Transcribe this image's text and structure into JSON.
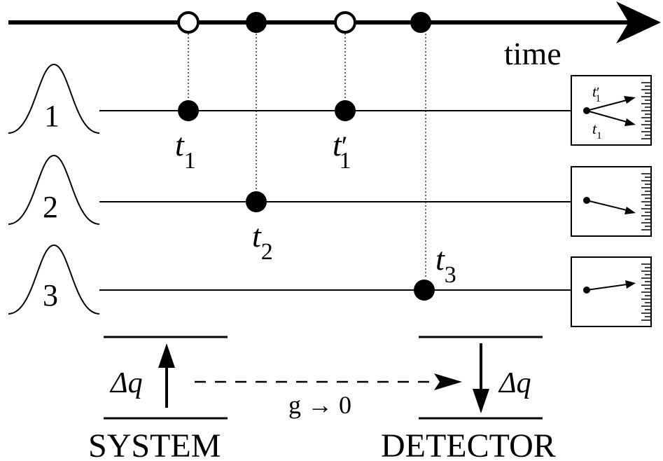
{
  "time_axis": {
    "label": "time",
    "events": [
      {
        "id": "t1",
        "marker": "open"
      },
      {
        "id": "t2",
        "marker": "filled"
      },
      {
        "id": "t1prime",
        "marker": "open"
      },
      {
        "id": "t3",
        "marker": "filled"
      }
    ]
  },
  "particles": [
    {
      "number": "1",
      "measurement_label": "t",
      "measurement_sub": "1"
    },
    {
      "number": "2",
      "measurement_label": "t",
      "measurement_sub": "2"
    },
    {
      "number": "3",
      "measurement_label": "t",
      "measurement_sub": "3"
    }
  ],
  "second_measurement": {
    "label": "t",
    "prime": "′",
    "sub": "1"
  },
  "meters": [
    {
      "labels": [
        {
          "t": "t",
          "prime": "′",
          "sub": "1"
        },
        {
          "t": "t",
          "prime": "",
          "sub": "1"
        }
      ]
    },
    {
      "labels": []
    },
    {
      "labels": []
    }
  ],
  "system": {
    "label": "SYSTEM",
    "delta": "Δq"
  },
  "detector": {
    "label": "DETECTOR",
    "delta": "Δq"
  },
  "coupling": {
    "label": "g → 0"
  },
  "colors": {
    "ink": "#000000",
    "background": "#ffffff"
  }
}
